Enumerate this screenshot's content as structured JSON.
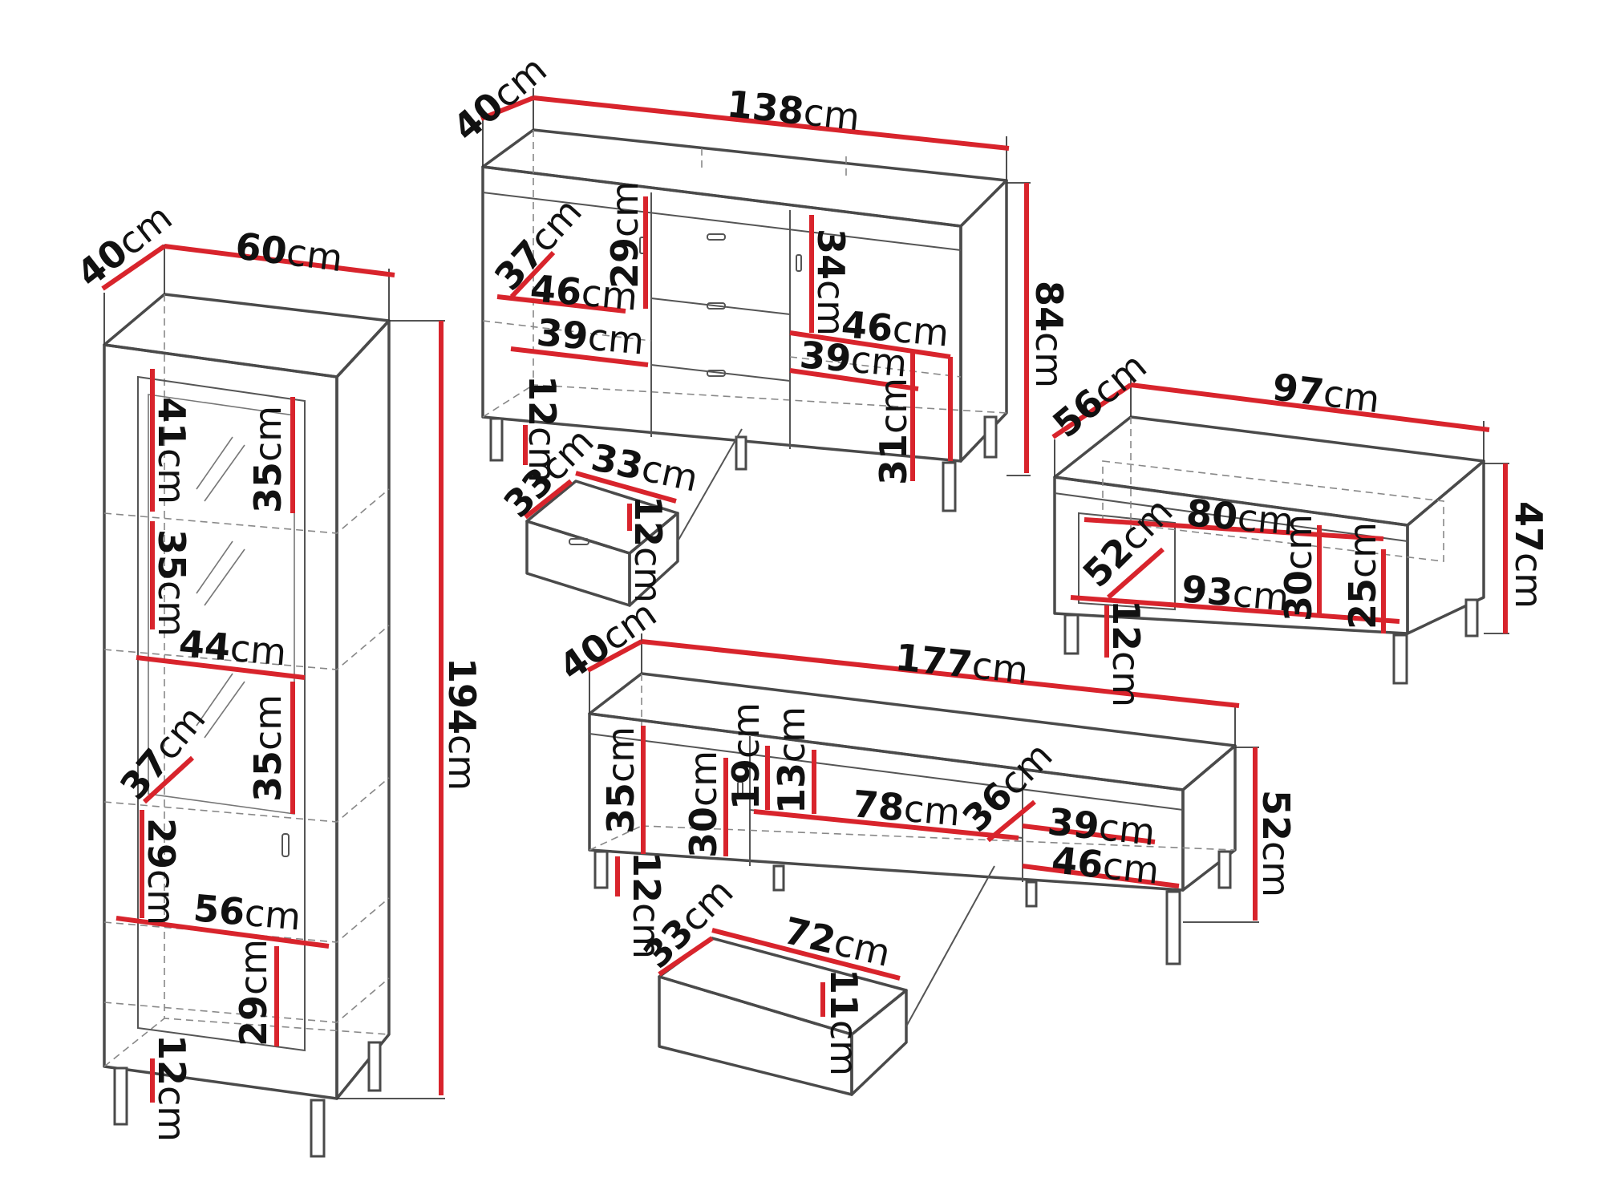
{
  "labels": {
    "tall_depth": {
      "value": "40",
      "unit": "cm"
    },
    "tall_width": {
      "value": "60",
      "unit": "cm"
    },
    "tall_height": {
      "value": "194",
      "unit": "cm"
    },
    "tall_shelf1": {
      "value": "41",
      "unit": "cm"
    },
    "tall_glass1": {
      "value": "35",
      "unit": "cm"
    },
    "tall_shelf2": {
      "value": "35",
      "unit": "cm"
    },
    "tall_inner_w": {
      "value": "44",
      "unit": "cm"
    },
    "tall_glass2": {
      "value": "35",
      "unit": "cm"
    },
    "tall_shelf_depth": {
      "value": "37",
      "unit": "cm"
    },
    "tall_shelf3": {
      "value": "29",
      "unit": "cm"
    },
    "tall_bottom_w": {
      "value": "56",
      "unit": "cm"
    },
    "tall_bottom_h": {
      "value": "29",
      "unit": "cm"
    },
    "tall_leg": {
      "value": "12",
      "unit": "cm"
    },
    "sb_depth": {
      "value": "40",
      "unit": "cm"
    },
    "sb_width": {
      "value": "138",
      "unit": "cm"
    },
    "sb_height": {
      "value": "84",
      "unit": "cm"
    },
    "sb_shelf_depth": {
      "value": "37",
      "unit": "cm"
    },
    "sb_upper_h": {
      "value": "29",
      "unit": "cm"
    },
    "sb_left_w": {
      "value": "46",
      "unit": "cm"
    },
    "sb_left_inner": {
      "value": "39",
      "unit": "cm"
    },
    "sb_right_h": {
      "value": "34",
      "unit": "cm"
    },
    "sb_right_w": {
      "value": "46",
      "unit": "cm"
    },
    "sb_right_inner": {
      "value": "39",
      "unit": "cm"
    },
    "sb_leg": {
      "value": "12",
      "unit": "cm"
    },
    "sb_lower_h": {
      "value": "31",
      "unit": "cm"
    },
    "sb_drawer_depth": {
      "value": "33",
      "unit": "cm"
    },
    "sb_drawer_width": {
      "value": "33",
      "unit": "cm"
    },
    "sb_drawer_height": {
      "value": "12",
      "unit": "cm"
    },
    "ct_depth": {
      "value": "56",
      "unit": "cm"
    },
    "ct_width": {
      "value": "97",
      "unit": "cm"
    },
    "ct_height": {
      "value": "47",
      "unit": "cm"
    },
    "ct_inner_w": {
      "value": "80",
      "unit": "cm"
    },
    "ct_inner_d": {
      "value": "52",
      "unit": "cm"
    },
    "ct_lower_w": {
      "value": "93",
      "unit": "cm"
    },
    "ct_inner_h": {
      "value": "30",
      "unit": "cm"
    },
    "ct_inner_h2": {
      "value": "25",
      "unit": "cm"
    },
    "ct_leg": {
      "value": "12",
      "unit": "cm"
    },
    "tv_depth": {
      "value": "40",
      "unit": "cm"
    },
    "tv_width": {
      "value": "177",
      "unit": "cm"
    },
    "tv_height": {
      "value": "52",
      "unit": "cm"
    },
    "tv_left_h": {
      "value": "35",
      "unit": "cm"
    },
    "tv_door_h": {
      "value": "30",
      "unit": "cm"
    },
    "tv_niche_h": {
      "value": "19",
      "unit": "cm"
    },
    "tv_niche_h2": {
      "value": "13",
      "unit": "cm"
    },
    "tv_niche_w": {
      "value": "78",
      "unit": "cm"
    },
    "tv_niche_d": {
      "value": "36",
      "unit": "cm"
    },
    "tv_right_w": {
      "value": "39",
      "unit": "cm"
    },
    "tv_right_w2": {
      "value": "46",
      "unit": "cm"
    },
    "tv_leg": {
      "value": "12",
      "unit": "cm"
    },
    "tv_drawer_depth": {
      "value": "33",
      "unit": "cm"
    },
    "tv_drawer_width": {
      "value": "72",
      "unit": "cm"
    },
    "tv_drawer_height": {
      "value": "11",
      "unit": "cm"
    }
  },
  "colors": {
    "dimension_line": "#d8242c",
    "outline": "#4a4a4a",
    "hidden_line": "#888888"
  }
}
